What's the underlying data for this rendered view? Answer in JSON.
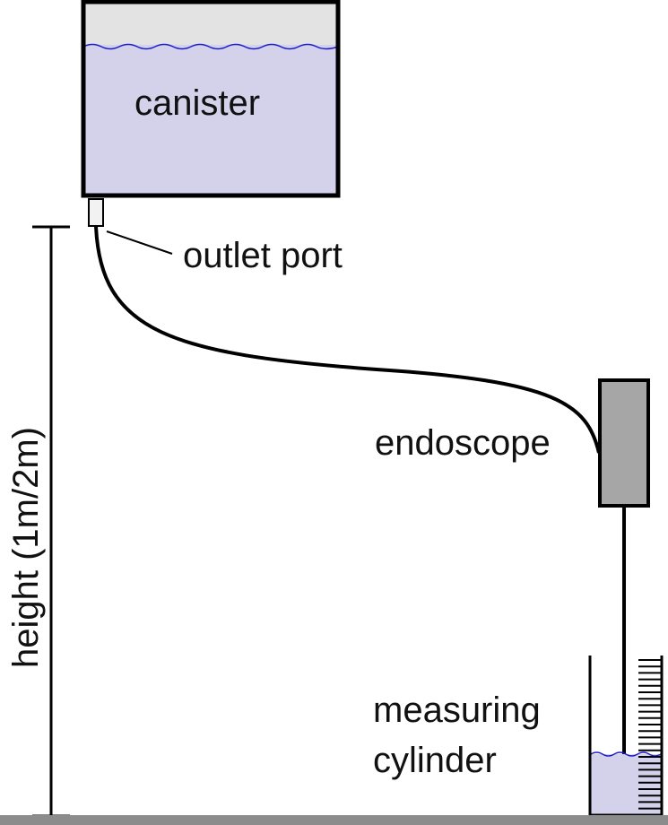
{
  "labels": {
    "canister": "canister",
    "outlet_port": "outlet port",
    "height": "height (1m/2m)",
    "endoscope": "endoscope",
    "measuring_line1": "measuring",
    "measuring_line2": "cylinder"
  },
  "colors": {
    "liquid_fill": "#d4d2ea",
    "liquid_wave": "#1a1acc",
    "canister_headspace": "#e3e3e3",
    "endoscope_fill": "#a6a6a6",
    "outline": "#000000",
    "floor": "#8c8c8c"
  }
}
